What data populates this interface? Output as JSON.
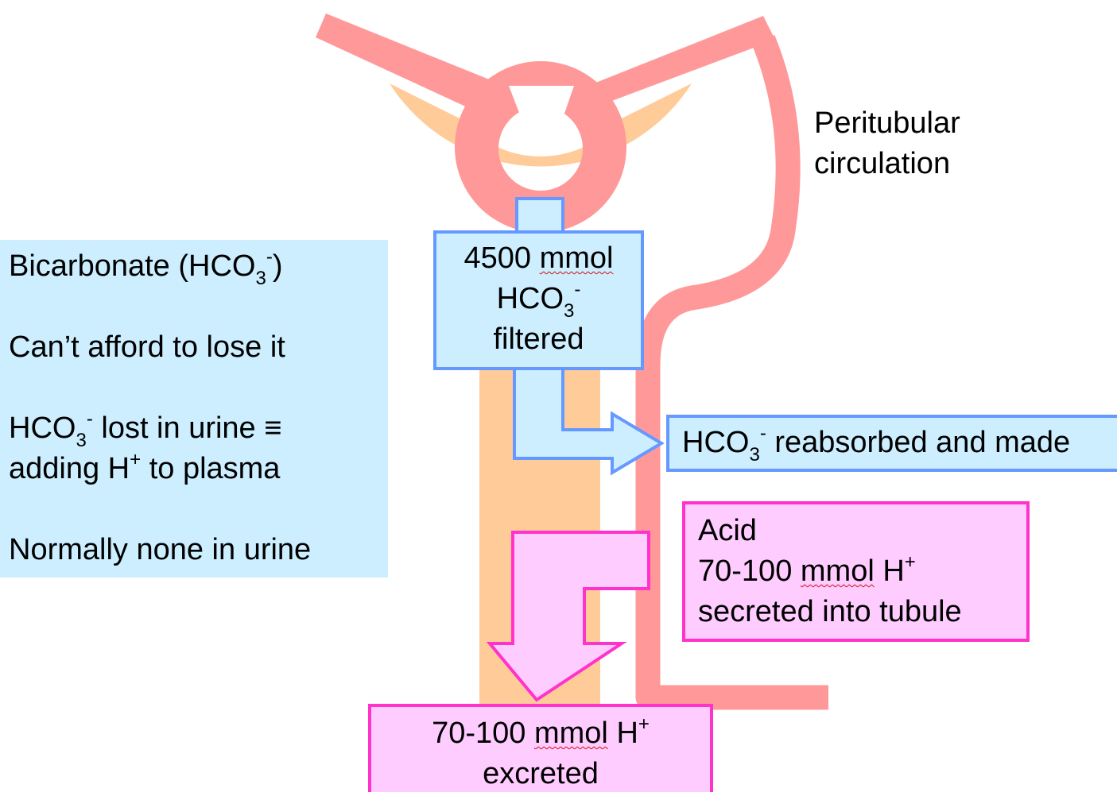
{
  "colors": {
    "vessel": "#ff9999",
    "tubule": "#ffcc99",
    "info_fill": "#cceeff",
    "info_border": "#6699ff",
    "acid_fill": "#ffccff",
    "acid_border": "#ff33cc"
  },
  "label_peritubular": {
    "line1": "Peritubular",
    "line2": "circulation"
  },
  "info_panel": {
    "l1_main": "Bicarbonate (HCO",
    "l1_sub": "3",
    "l1_sup": "-",
    "l1_end": ")",
    "l2": "Can’t afford to lose it",
    "l3_main": "HCO",
    "l3_sub": "3",
    "l3_sup": "-",
    "l3_rest": " lost in urine ≡",
    "l4_main": "adding H",
    "l4_sup": "+",
    "l4_rest": " to plasma",
    "l5": "Normally none in urine"
  },
  "filtered_box": {
    "amount": "4500",
    "unit": "mmol",
    "ion_main": "HCO",
    "ion_sub": "3",
    "ion_sup": "-",
    "status": "filtered"
  },
  "reabsorbed_box": {
    "ion_main": "HCO",
    "ion_sub": "3",
    "ion_sup": "-",
    "rest": " reabsorbed and made"
  },
  "acid_box": {
    "line1": "Acid",
    "amount": "70-100",
    "unit": "mmol",
    "ion": "H",
    "ion_sup": "+",
    "line3": "secreted into tubule"
  },
  "excreted_box": {
    "amount": "70-100",
    "unit": "mmol",
    "ion": "H",
    "ion_sup": "+",
    "line2": "excreted"
  }
}
